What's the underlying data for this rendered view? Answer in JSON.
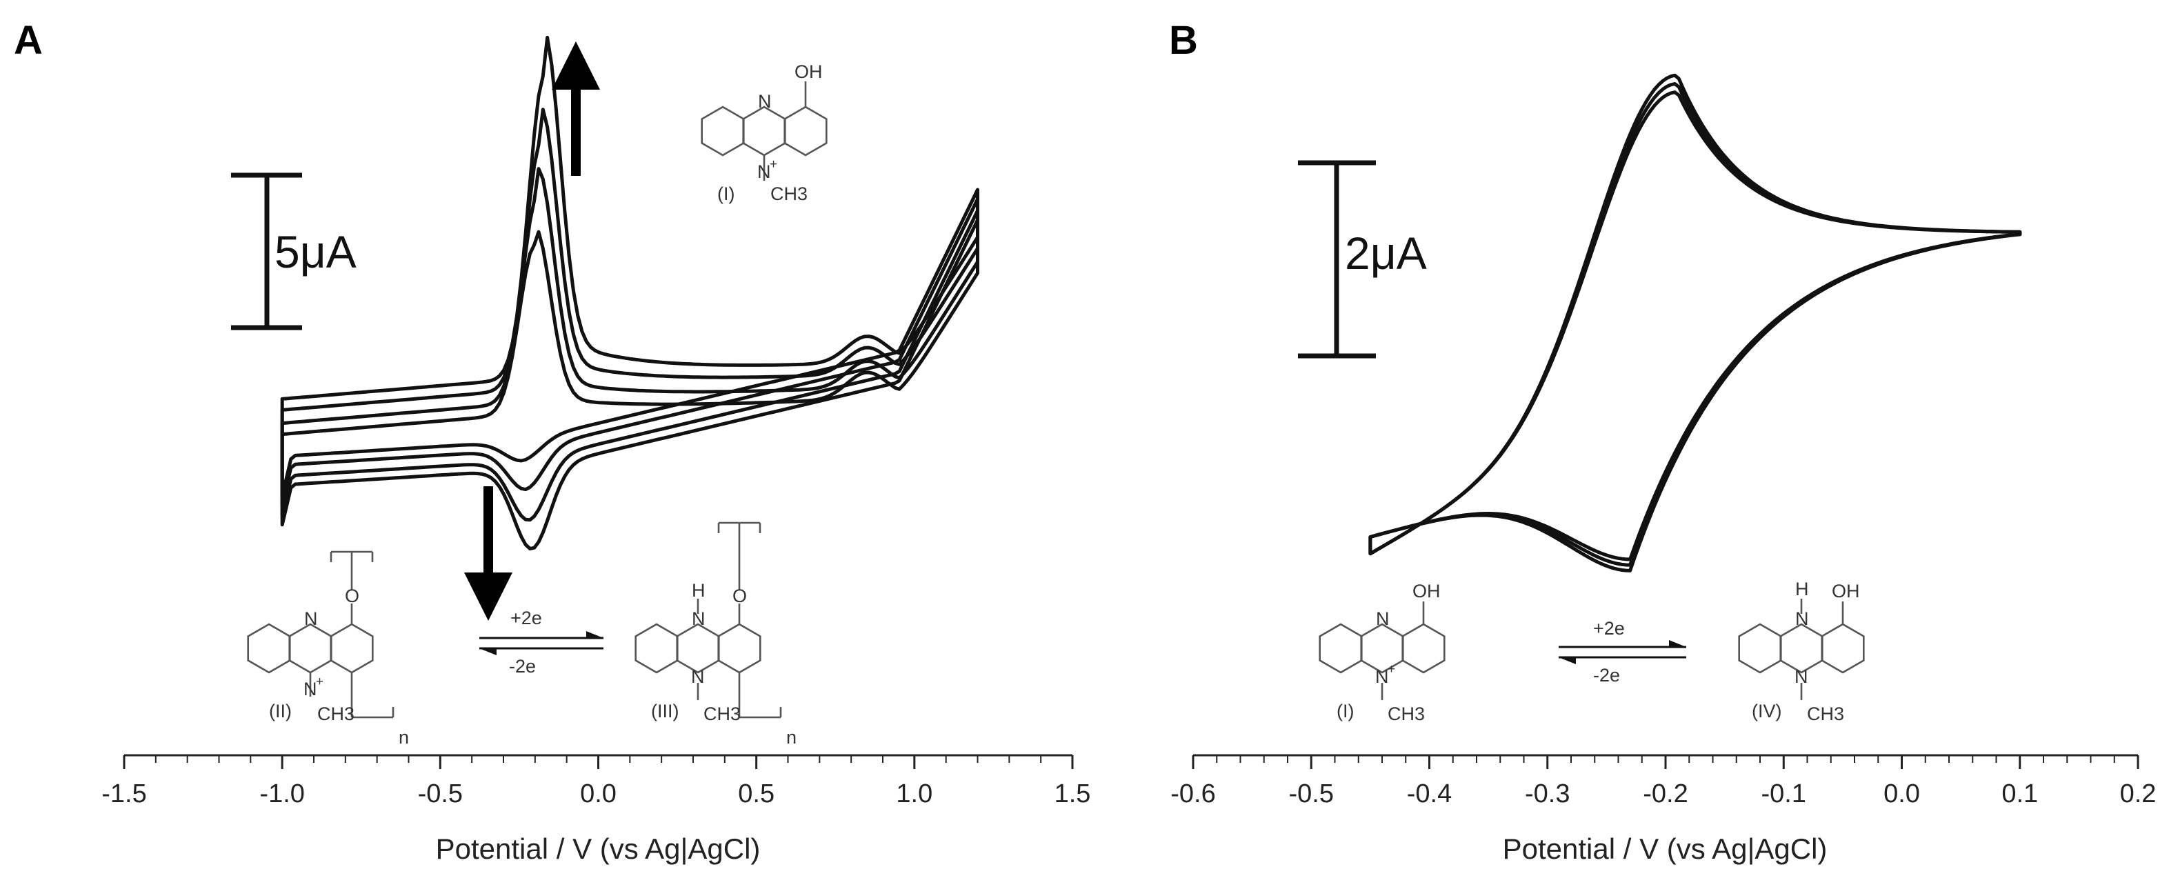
{
  "chart_data": [
    {
      "type": "line",
      "panel_label": "A",
      "xlabel": "Potential / V (vs Ag|AgCl)",
      "xlim": [
        -1.5,
        1.5
      ],
      "x_ticks": [
        "-1.5",
        "-1.0",
        "-0.5",
        "0.0",
        "0.5",
        "1.0",
        "1.5"
      ],
      "scale_bar_label": "5μA",
      "compounds": {
        "monomer": "(I)",
        "polymer_oxidized": "(II)",
        "polymer_reduced": "(III)",
        "forward_electrons": "+2e",
        "reverse_electrons": "-2e",
        "repeat_unit": "n",
        "hydroxyl": "OH",
        "oxygen": "O",
        "nitrogen": "N",
        "methyl_n": "N",
        "methyl": "CH3",
        "hydrogen": "H"
      },
      "series": [
        {
          "oxidation_peak": {
            "x": -0.17,
            "y": 13.0
          },
          "reduction_peak": {
            "x": -0.24,
            "y": -4.5
          },
          "base_upper": -1.7,
          "base_lower": -4.3
        },
        {
          "oxidation_peak": {
            "x": -0.18,
            "y": 10.0
          },
          "reduction_peak": {
            "x": -0.23,
            "y": -5.8
          },
          "base_upper": -2.2,
          "base_lower": -4.7
        },
        {
          "oxidation_peak": {
            "x": -0.19,
            "y": 7.6
          },
          "reduction_peak": {
            "x": -0.22,
            "y": -7.2
          },
          "base_upper": -2.8,
          "base_lower": -5.2
        },
        {
          "oxidation_peak": {
            "x": -0.2,
            "y": 5.3
          },
          "reduction_peak": {
            "x": -0.21,
            "y": -8.5
          },
          "base_upper": -3.3,
          "base_lower": -5.6
        }
      ],
      "arrows": [
        "oxidation peak increases with cycling",
        "reduction peak increases with cycling"
      ]
    },
    {
      "type": "line",
      "panel_label": "B",
      "xlabel": "Potential / V (vs Ag|AgCl)",
      "xlim": [
        -0.6,
        0.2
      ],
      "x_ticks": [
        "-0.6",
        "-0.5",
        "-0.4",
        "-0.3",
        "-0.2",
        "-0.1",
        "0.0",
        "0.1",
        "0.2"
      ],
      "scale_bar_label": "2μA",
      "compounds": {
        "monomer": "(I)",
        "reduced": "(IV)",
        "forward_electrons": "+2e",
        "reverse_electrons": "-2e",
        "hydroxyl": "OH",
        "nitrogen": "N",
        "methyl_n": "N",
        "methyl": "CH3",
        "hydrogen": "H"
      },
      "series": [
        {
          "oxidation_peak": {
            "x": -0.19,
            "y": 3.6
          },
          "reduction_peak": {
            "x": -0.23,
            "y": -5.2
          }
        },
        {
          "oxidation_peak": {
            "x": -0.19,
            "y": 3.45
          },
          "reduction_peak": {
            "x": -0.23,
            "y": -5.1
          }
        },
        {
          "oxidation_peak": {
            "x": -0.19,
            "y": 3.3
          },
          "reduction_peak": {
            "x": -0.23,
            "y": -5.0
          }
        }
      ],
      "switching_potentials": [
        -0.45,
        0.1
      ]
    }
  ]
}
